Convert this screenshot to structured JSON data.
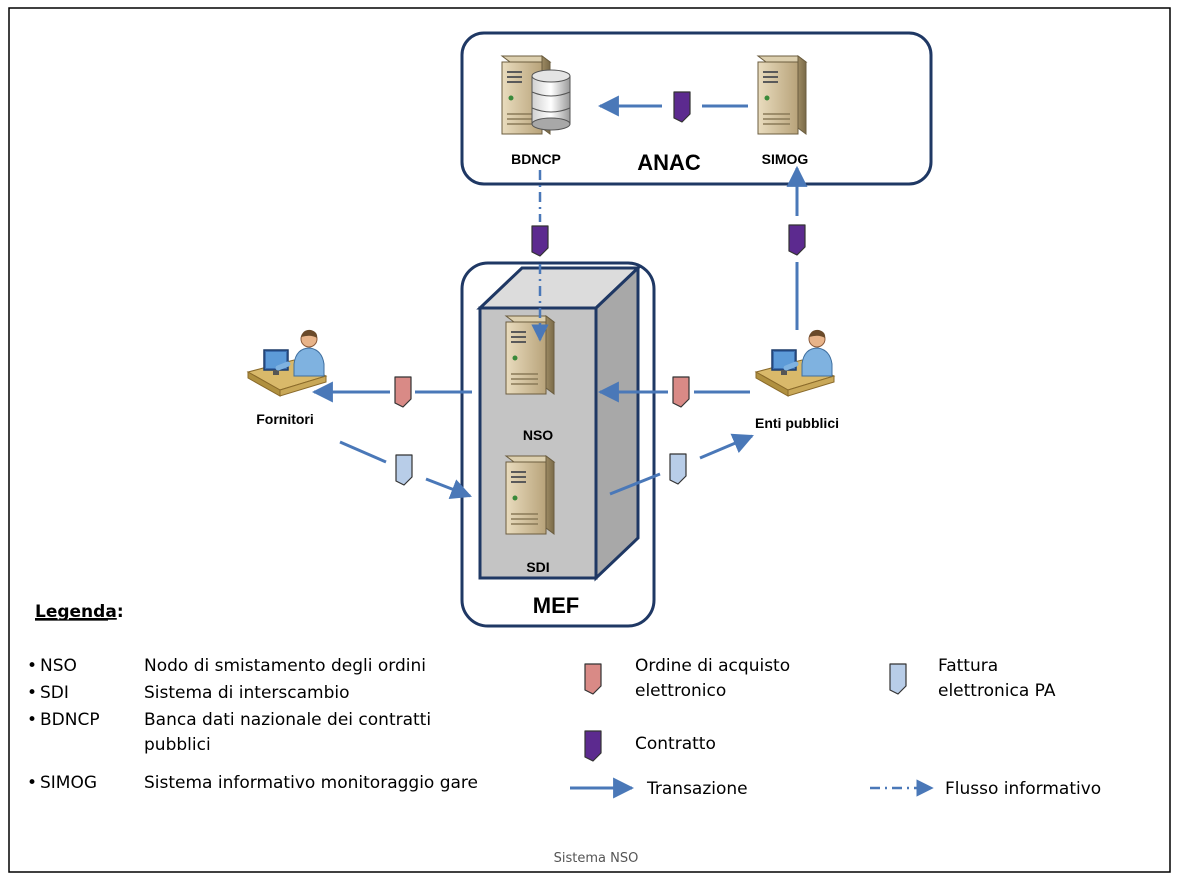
{
  "diagram": {
    "nodes": {
      "bdncp": "BDNCP",
      "anac": "ANAC",
      "simog": "SIMOG",
      "nso": "NSO",
      "sdi": "SDI",
      "mef": "MEF",
      "fornitori": "Fornitori",
      "enti": "Enti pubblici"
    }
  },
  "legend": {
    "title": "Legenda",
    "title_suffix": ":",
    "bullet": "•",
    "acronyms": [
      {
        "code": "NSO",
        "desc_lines": [
          "Nodo di smistamento degli ordini"
        ]
      },
      {
        "code": "SDI",
        "desc_lines": [
          "Sistema di interscambio"
        ]
      },
      {
        "code": "BDNCP",
        "desc_lines": [
          "Banca dati nazionale dei contratti",
          "pubblici"
        ]
      },
      {
        "code": "SIMOG",
        "desc_lines": [
          "Sistema informativo monitoraggio gare"
        ]
      }
    ],
    "symbols": {
      "ordine_lines": [
        "Ordine di acquisto",
        "elettronico"
      ],
      "fattura_lines": [
        "Fattura",
        "elettronica PA"
      ],
      "contratto": "Contratto",
      "transazione": "Transazione",
      "flusso": "Flusso informativo"
    }
  },
  "caption": "Sistema NSO",
  "colors": {
    "frame": "#1f3864",
    "arrow": "#4a78b8",
    "ordine": "#d98a86",
    "fattura": "#b8cde8",
    "contratto": "#5c2a8f",
    "building_front": "#c4c4c4",
    "building_side": "#a8a8a8"
  }
}
